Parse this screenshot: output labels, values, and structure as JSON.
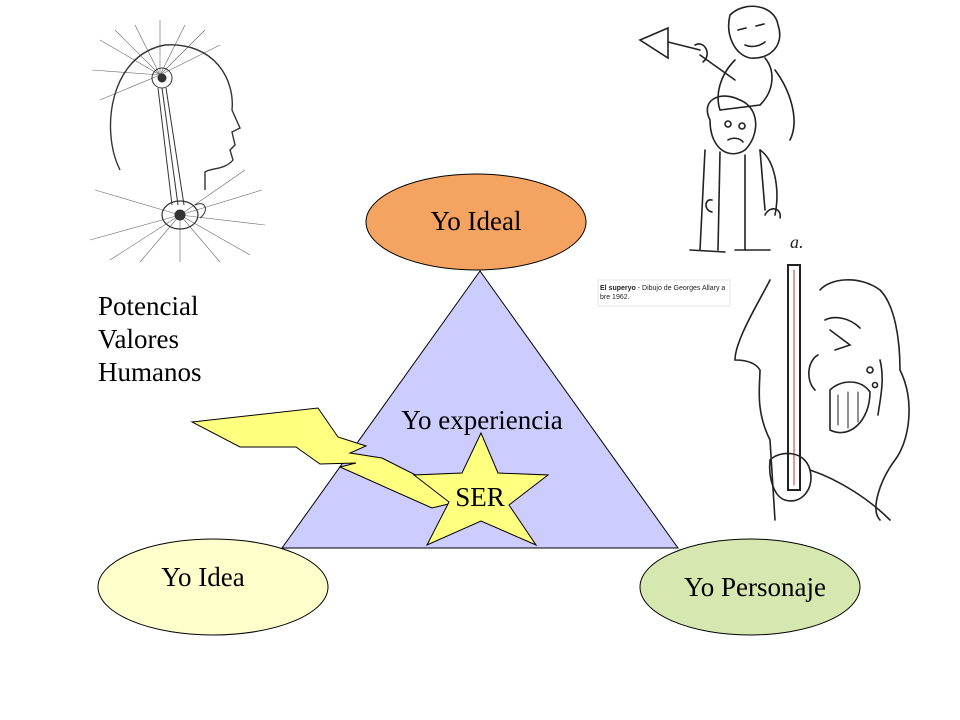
{
  "labels": {
    "yo_ideal": "Yo Ideal",
    "yo_experiencia": "Yo experiencia",
    "ser": "SER",
    "yo_idea": "Yo Idea",
    "yo_personaje": "Yo Personaje"
  },
  "values_list": [
    "Potencial",
    "Valores",
    "Humanos"
  ],
  "caption": {
    "bold": "El superyo",
    "text": " - Dibujo de Georges Allary a",
    "line2": "bre 1962."
  },
  "signature": "a.",
  "colors": {
    "triangle": "#ccccff",
    "yo_ideal": "#f4a460",
    "yo_idea": "#ffffcc",
    "yo_personaje": "#d6e8b0",
    "star": "#ffff80",
    "bolt": "#ffff80"
  },
  "icons": [
    "head-radiance-illustration",
    "superego-axe-cartoon",
    "crying-man-knife-cartoon"
  ]
}
